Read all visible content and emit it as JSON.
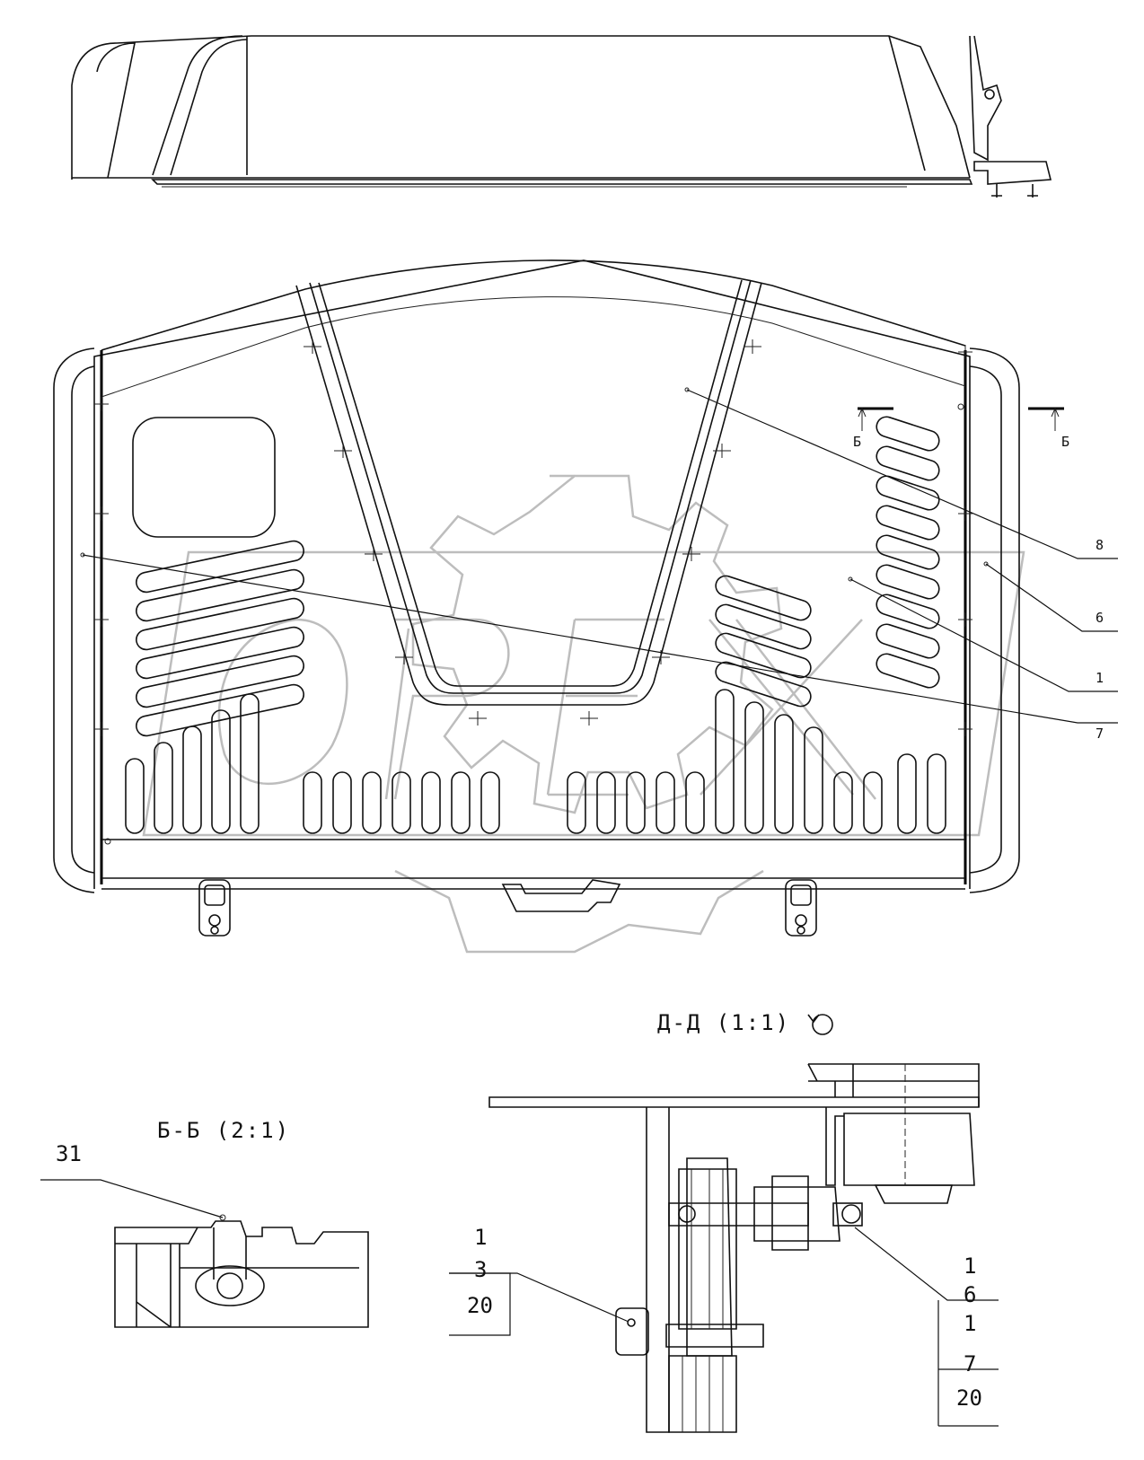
{
  "title_dd": "Д-Д (1:1)",
  "title_bb": "Б-Б (2:1)",
  "view_marker": "Б",
  "callouts_main": [
    "8",
    "6",
    "1",
    "7"
  ],
  "callout_31": "31",
  "callout_dd_left": [
    "1",
    "3",
    "20"
  ],
  "callout_dd_right": [
    "1",
    "6",
    "1",
    "7",
    "20"
  ]
}
